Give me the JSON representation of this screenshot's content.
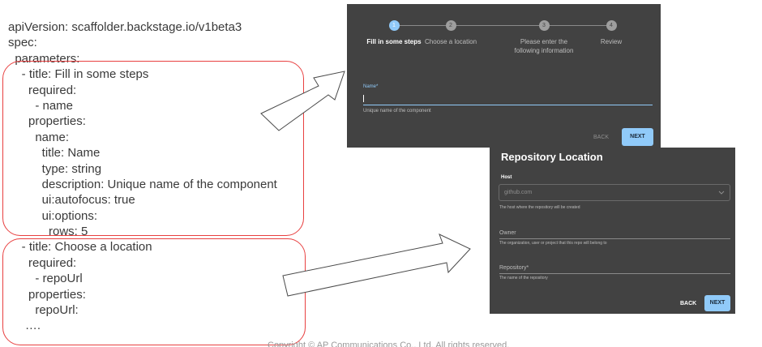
{
  "yaml_lines": [
    "apiVersion: scaffolder.backstage.io/v1beta3",
    "spec:",
    "  parameters:",
    "    - title: Fill in some steps",
    "      required:",
    "        - name",
    "      properties:",
    "        name:",
    "          title: Name",
    "          type: string",
    "          description: Unique name of the component",
    "          ui:autofocus: true",
    "          ui:options:",
    "            rows: 5",
    "    - title: Choose a location",
    "      required:",
    "        - repoUrl",
    "      properties:",
    "        repoUrl:",
    "     …."
  ],
  "stepper": {
    "steps": [
      {
        "number": "1",
        "label": "Fill in some steps",
        "active": true
      },
      {
        "number": "2",
        "label": "Choose a location",
        "active": false
      },
      {
        "number": "3",
        "label": "Please enter the following information",
        "active": false
      },
      {
        "number": "4",
        "label": "Review",
        "active": false
      }
    ],
    "name_field": {
      "label": "Name*",
      "value": "",
      "helper": "Unique name of the component"
    },
    "back_label": "BACK",
    "next_label": "NEXT"
  },
  "repo_location": {
    "title": "Repository Location",
    "host": {
      "label": "Host",
      "value": "github.com",
      "helper": "The host where the repository will be created"
    },
    "owner": {
      "label": "Owner",
      "helper": "The organization, user or project that this repo will belong to"
    },
    "repository": {
      "label": "Repository*",
      "helper": "The name of the repository"
    },
    "back_label": "BACK",
    "next_label": "NEXT"
  },
  "footer": {
    "copyright": "Copyright © AP Communications Co., Ltd. All rights reserved."
  },
  "colors": {
    "highlight_border": "#e84040",
    "panel_bg": "#424242",
    "accent": "#90caf9"
  }
}
